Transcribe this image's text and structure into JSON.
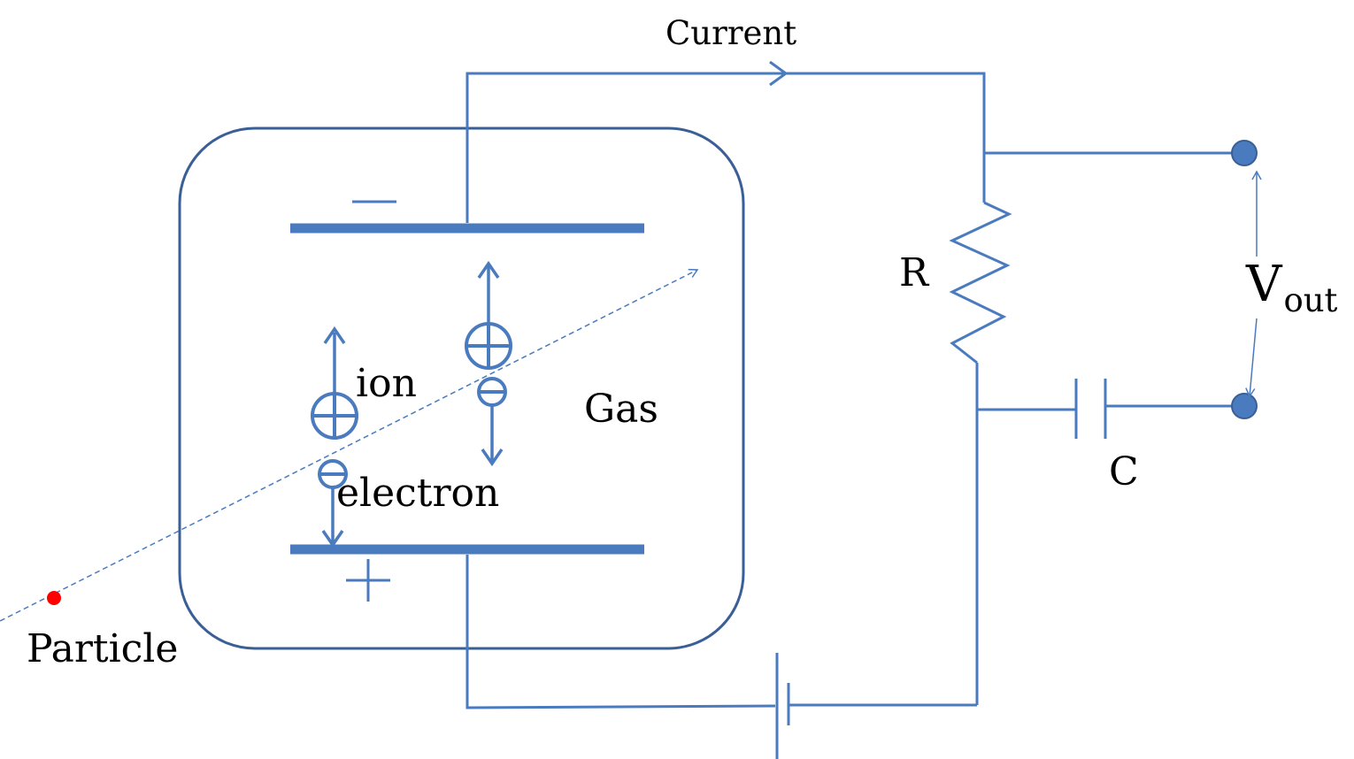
{
  "labels": {
    "current": "Current",
    "ion": "ion",
    "electron": "electron",
    "gas": "Gas",
    "particle": "Particle",
    "resistor": "R",
    "capacitor": "C",
    "vout_main": "V",
    "vout_sub": "out",
    "cathode_sign": "−",
    "anode_sign": "+"
  },
  "colors": {
    "wire": "#4a7bbf",
    "chamber_outline": "#3a5f96",
    "terminal_fill": "#4a7bbf",
    "particle": "#ff0000"
  }
}
